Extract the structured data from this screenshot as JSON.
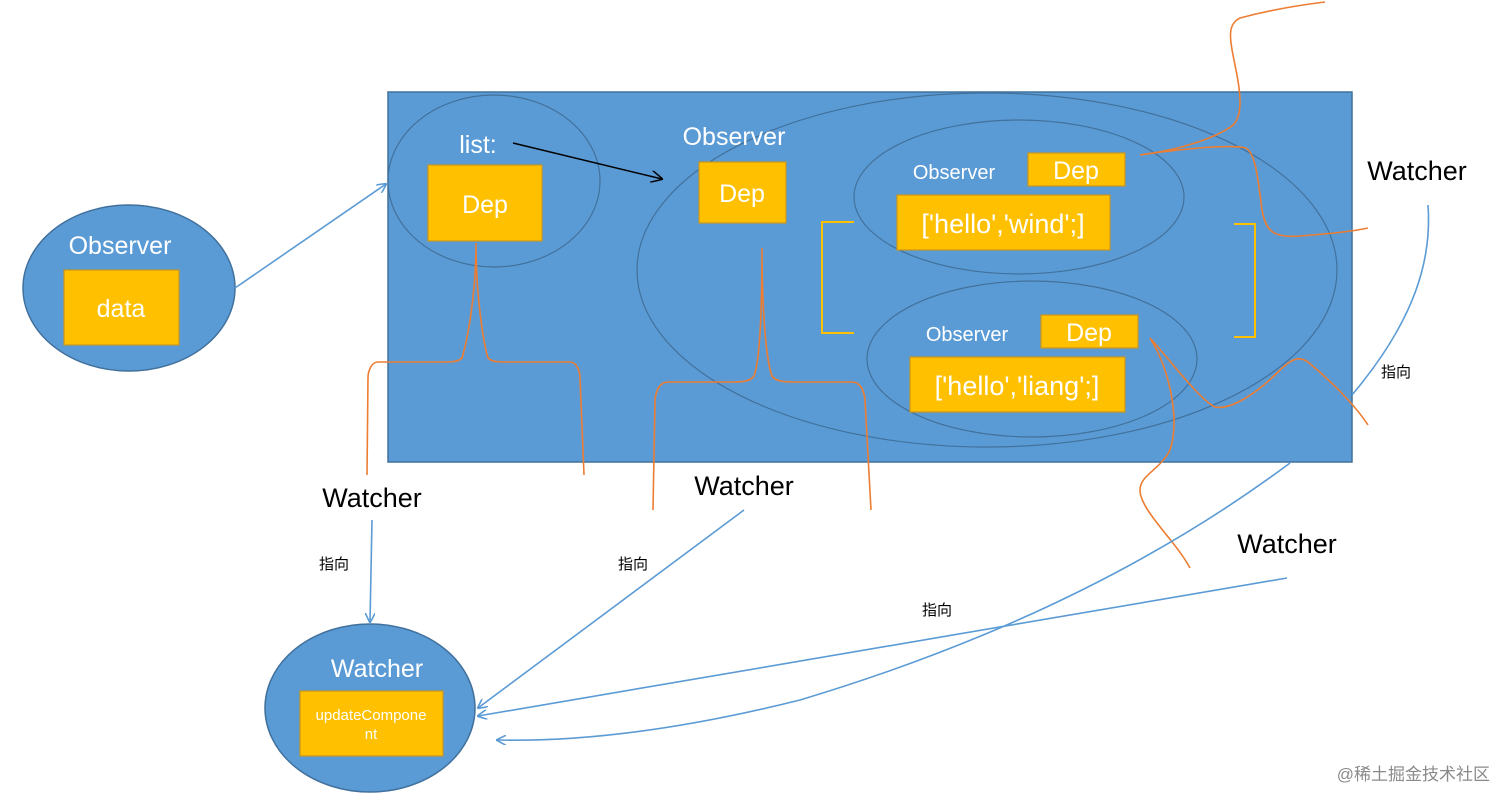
{
  "labels": {
    "observer": "Observer",
    "data": "data",
    "list": "list:",
    "dep": "Dep",
    "array_wind": "['hello','wind';]",
    "array_liang": "['hello','liang';]",
    "watcher": "Watcher",
    "update_component_line1": "updateCompone",
    "update_component_line2": "nt",
    "points_to": "指向"
  },
  "watermark": "@稀土掘金技术社区",
  "colors": {
    "panel_blue": "#5b9bd5",
    "box_orange": "#ffc000",
    "line_orange": "#ed7d31"
  }
}
